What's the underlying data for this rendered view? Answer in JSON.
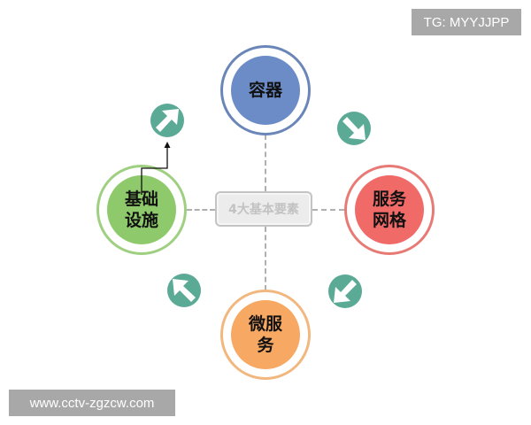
{
  "watermarks": {
    "top_right": "TG: MYYJJPP",
    "bottom_left": "www.cctv-zgzcw.com"
  },
  "diagram": {
    "center_label": "4大基本要素",
    "nodes": [
      {
        "id": "top",
        "label": "容器",
        "fill": "#6b8cc7",
        "ring": "#6a86b8"
      },
      {
        "id": "right",
        "label_line1": "服务",
        "label_line2": "网格",
        "fill": "#f06b68",
        "ring": "#e87a76"
      },
      {
        "id": "bottom",
        "label_line1": "微服",
        "label_line2": "务",
        "fill": "#f7a862",
        "ring": "#f2b77f"
      },
      {
        "id": "left",
        "label_line1": "基础",
        "label_line2": "设施",
        "fill": "#8ec96b",
        "ring": "#9fcf80"
      }
    ],
    "arrow_color": "#5aaa96",
    "arrows": [
      {
        "position": "top-left",
        "direction": "up-right"
      },
      {
        "position": "top-right",
        "direction": "down-right"
      },
      {
        "position": "bottom-right",
        "direction": "down-left"
      },
      {
        "position": "bottom-left",
        "direction": "up-left"
      }
    ]
  }
}
